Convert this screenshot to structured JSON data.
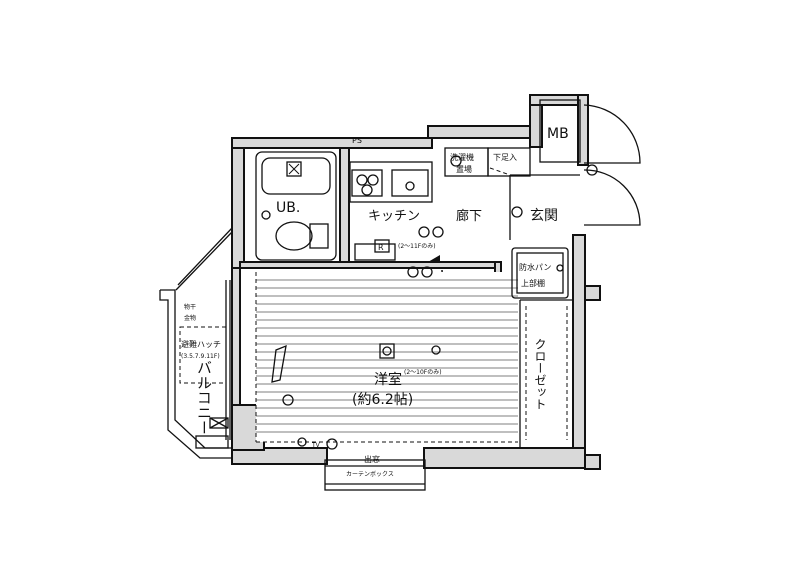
{
  "rooms": {
    "ub": "UB.",
    "kitchen": "キッチン",
    "hallway": "廊下",
    "entrance": "玄関",
    "mb": "MB",
    "ps": "PS",
    "western_room": "洋室",
    "western_room_size": "(約6.2帖)",
    "closet": "クローゼット",
    "balcony": "バルコニー"
  },
  "labels": {
    "shoe_storage": "下足入",
    "washer_area_line1": "洗濯機",
    "washer_area_line2": "置場",
    "waterproof_pan_line1": "防水パン",
    "waterproof_pan_line2": "上部棚",
    "bay_window": "出窓",
    "curtain_box": "カーテンボックス",
    "evacuation_hatch": "避難ハッチ",
    "hatch_floors": "(3.5.7.9.11F)",
    "partition_line1": "物干",
    "partition_line2": "金物",
    "ceiling_note_1": "(2～11Fのみ)",
    "ceiling_note_2": "(2～10Fのみ)",
    "refrigerator_mark": "R",
    "tv_mark": "TV"
  },
  "colors": {
    "wall_fill": "#d9d9d9",
    "line": "#111111"
  }
}
